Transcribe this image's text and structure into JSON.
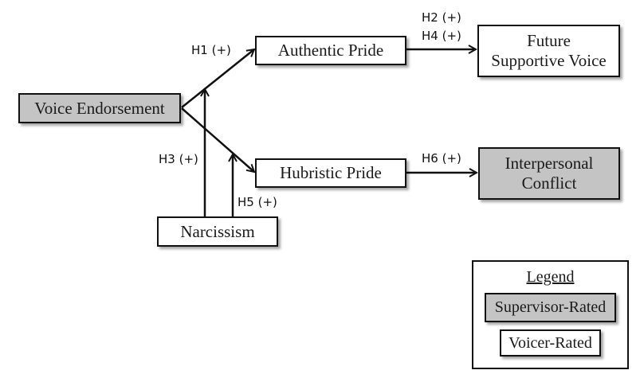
{
  "diagram": {
    "type": "path-model",
    "nodes": [
      {
        "id": "voice_endorsement",
        "label": "Voice Endorsement",
        "rater": "supervisor"
      },
      {
        "id": "authentic_pride",
        "label": "Authentic Pride",
        "rater": "voicer"
      },
      {
        "id": "future_supportive_voice",
        "label": "Future Supportive Voice",
        "line1": "Future",
        "line2": "Supportive Voice",
        "rater": "voicer"
      },
      {
        "id": "hubristic_pride",
        "label": "Hubristic Pride",
        "rater": "voicer"
      },
      {
        "id": "interpersonal_conflict",
        "label": "Interpersonal Conflict",
        "line1": "Interpersonal",
        "line2": "Conflict",
        "rater": "supervisor"
      },
      {
        "id": "narcissism",
        "label": "Narcissism",
        "rater": "voicer"
      }
    ],
    "edges": [
      {
        "from": "voice_endorsement",
        "to": "authentic_pride",
        "label": "H1 (+)"
      },
      {
        "from": "authentic_pride",
        "to": "future_supportive_voice",
        "label": "H2 (+)",
        "label2": "H4 (+)"
      },
      {
        "from": "narcissism",
        "to": "voice_endorsement->authentic_pride",
        "label": "H3 (+)",
        "moderation": true
      },
      {
        "from": "voice_endorsement",
        "to": "hubristic_pride",
        "label": "",
        "unlabeled": true
      },
      {
        "from": "narcissism",
        "to": "voice_endorsement->hubristic_pride",
        "label": "H5 (+)",
        "moderation": true
      },
      {
        "from": "hubristic_pride",
        "to": "interpersonal_conflict",
        "label": "H6 (+)"
      }
    ],
    "legend": {
      "title": "Legend",
      "items": [
        {
          "label": "Supervisor-Rated",
          "fill": "#c4c4c4"
        },
        {
          "label": "Voicer-Rated",
          "fill": "#ffffff"
        }
      ]
    },
    "colors": {
      "supervisor_fill": "#c4c4c4",
      "voicer_fill": "#ffffff",
      "stroke": "#111111"
    }
  }
}
